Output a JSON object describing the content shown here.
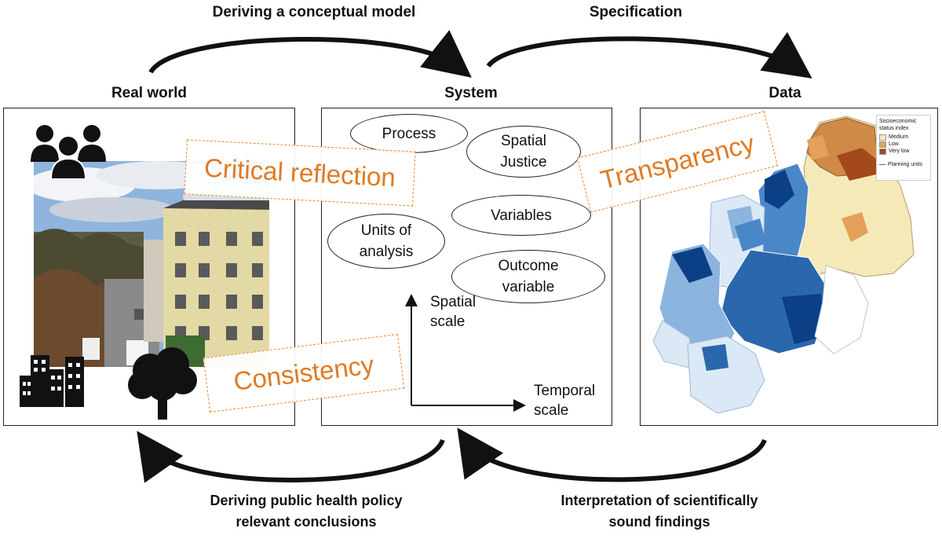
{
  "top_labels": {
    "deriving_model": "Deriving a conceptual model",
    "specification": "Specification"
  },
  "panel_titles": {
    "real_world": "Real world",
    "system": "System",
    "data": "Data"
  },
  "bottom_labels": {
    "policy": [
      "Deriving public health policy",
      "relevant conclusions"
    ],
    "interpretation": [
      "Interpretation of scientifically",
      "sound findings"
    ]
  },
  "stamps": {
    "critical_reflection": "Critical reflection",
    "consistency": "Consistency",
    "transparency": "Transparency"
  },
  "system_ovals": {
    "process": [
      "Process"
    ],
    "spatial_justice": [
      "Spatial",
      "Justice"
    ],
    "variables": [
      "Variables"
    ],
    "units_of_analysis": [
      "Units of",
      "analysis"
    ],
    "outcome_variable": [
      "Outcome",
      "variable"
    ]
  },
  "axes": {
    "y": [
      "Spatial",
      "scale"
    ],
    "x": [
      "Temporal",
      "scale"
    ]
  },
  "map_legend": {
    "title": [
      "Socioeconomic",
      "status index"
    ],
    "items": [
      {
        "label": "Medium",
        "color": "#f5e9b8"
      },
      {
        "label": "Low",
        "color": "#e3a15a"
      },
      {
        "label": "Very low",
        "color": "#a3491c"
      }
    ],
    "planning_units": "Planning units"
  },
  "colors": {
    "accent_orange": "#e07a22",
    "map_blue_dark": "#0b3f86",
    "map_blue_light": "#dbe8f5"
  },
  "icons": [
    "people-group-icon",
    "buildings-icon",
    "tree-icon",
    "street-photo"
  ]
}
